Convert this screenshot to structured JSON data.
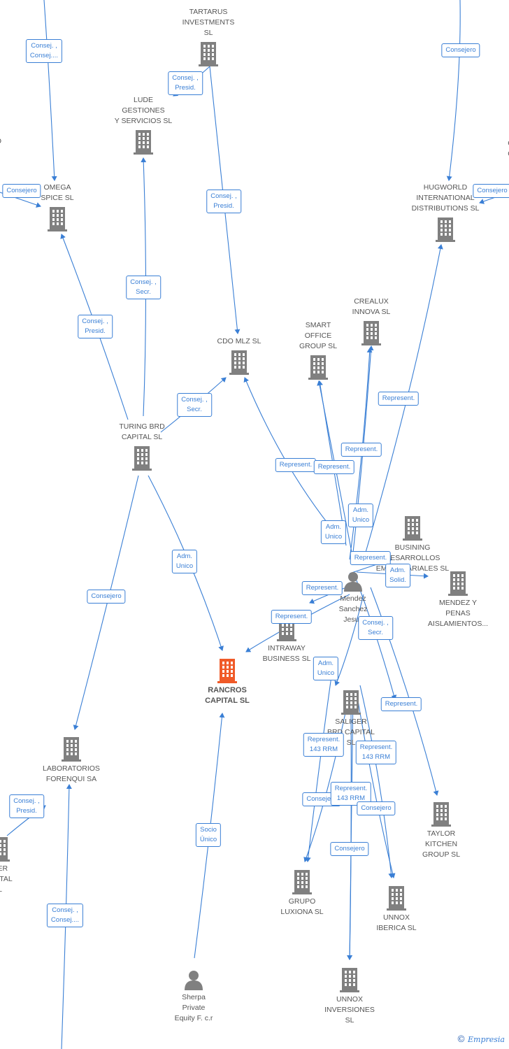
{
  "brand": {
    "copyright": "©",
    "name": "Empresia"
  },
  "colors": {
    "edge": "#3a7fd5",
    "node": "#808080",
    "highlight": "#f05a28"
  },
  "nodes": [
    {
      "id": "tartarus",
      "label": "TARTARUS\nINVESTMENTS\nSL",
      "kind": "company"
    },
    {
      "id": "lude",
      "label": "LUDE\nGESTIONES\nY SERVICIOS SL",
      "kind": "company"
    },
    {
      "id": "omega",
      "label": "OMEGA\nSPICE SL",
      "kind": "company"
    },
    {
      "id": "hugworld",
      "label": "HUGWORLD\nINTERNATIONAL\nDISTRIBUTIONS SL",
      "kind": "company"
    },
    {
      "id": "crealux",
      "label": "CREALUX\nINNOVA SL",
      "kind": "company"
    },
    {
      "id": "smart",
      "label": "SMART\nOFFICE\nGROUP SL",
      "kind": "company"
    },
    {
      "id": "cdo",
      "label": "CDO MLZ SL",
      "kind": "company"
    },
    {
      "id": "turing",
      "label": "TURING BRD\nCAPITAL SL",
      "kind": "company"
    },
    {
      "id": "busining",
      "label": "BUSINING\nDESARROLLOS\nEMPRESARIALES SL",
      "kind": "company"
    },
    {
      "id": "mendezpenas",
      "label": "MENDEZ Y\nPENAS\nAISLAMIENTOS...",
      "kind": "company"
    },
    {
      "id": "mendez",
      "label": "Mendez\nSanchez\nJesus",
      "kind": "person"
    },
    {
      "id": "intraway",
      "label": "INTRAWAY\nBUSINESS SL",
      "kind": "company"
    },
    {
      "id": "rancros",
      "label": "RANCROS\nCAPITAL SL",
      "kind": "main"
    },
    {
      "id": "saliger",
      "label": "SALIGER\nBRD CAPITAL\nSL",
      "kind": "company"
    },
    {
      "id": "laboratorios",
      "label": "LABORATORIOS\nFORENQUI SA",
      "kind": "company"
    },
    {
      "id": "taylor",
      "label": "TAYLOR\nKITCHEN\nGROUP SL",
      "kind": "company"
    },
    {
      "id": "luxiona",
      "label": "GRUPO\nLUXIONA SL",
      "kind": "company"
    },
    {
      "id": "unnoxiberica",
      "label": "UNNOX\nIBERICA SL",
      "kind": "company"
    },
    {
      "id": "unnoxinv",
      "label": "UNNOX\nINVERSIONES\nSL",
      "kind": "company"
    },
    {
      "id": "sherpa",
      "label": "Sherpa\nPrivate\nEquity F. c.r",
      "kind": "person"
    },
    {
      "id": "leftcut",
      "label": "HER\nAPITAL\nL",
      "kind": "company"
    },
    {
      "id": "leftcut2",
      "label": "O\n..",
      "kind": "partial"
    },
    {
      "id": "rightcut",
      "label": "C\nC",
      "kind": "partial"
    }
  ],
  "edge_labels": [
    {
      "id": "e1",
      "text": "Consej. ,\nConsej...."
    },
    {
      "id": "e2",
      "text": "Consej. ,\nPresid."
    },
    {
      "id": "e3",
      "text": "Consejero"
    },
    {
      "id": "e4",
      "text": "Consejero"
    },
    {
      "id": "e5",
      "text": "Consejero"
    },
    {
      "id": "e6",
      "text": "Consej. ,\nPresid."
    },
    {
      "id": "e7",
      "text": "Consej. ,\nSecr."
    },
    {
      "id": "e8",
      "text": "Consej. ,\nPresid."
    },
    {
      "id": "e9",
      "text": "Consej. ,\nSecr."
    },
    {
      "id": "e10",
      "text": "Represent."
    },
    {
      "id": "e11",
      "text": "Represent."
    },
    {
      "id": "e12",
      "text": "Represent."
    },
    {
      "id": "e13",
      "text": "Represent."
    },
    {
      "id": "e14",
      "text": "Adm.\nUnico"
    },
    {
      "id": "e15",
      "text": "Adm.\nUnico"
    },
    {
      "id": "e16",
      "text": "Represent."
    },
    {
      "id": "e17",
      "text": "Adm.\nSolid."
    },
    {
      "id": "e18",
      "text": "Represent."
    },
    {
      "id": "e19",
      "text": "Represent."
    },
    {
      "id": "e20",
      "text": "Consej. ,\nSecr."
    },
    {
      "id": "e21",
      "text": "Adm.\nUnico"
    },
    {
      "id": "e22",
      "text": "Consejero"
    },
    {
      "id": "e23",
      "text": "Adm.\nUnico"
    },
    {
      "id": "e24",
      "text": "Represent."
    },
    {
      "id": "e25",
      "text": "Represent.\n143 RRM"
    },
    {
      "id": "e26",
      "text": "Represent.\n143 RRM"
    },
    {
      "id": "e27",
      "text": "Consejero"
    },
    {
      "id": "e28",
      "text": "Represent.\n143 RRM"
    },
    {
      "id": "e29",
      "text": "Consejero"
    },
    {
      "id": "e30",
      "text": "Consejero"
    },
    {
      "id": "e31",
      "text": "Socio\nÚnico"
    },
    {
      "id": "e32",
      "text": "Consej. ,\nPresid."
    },
    {
      "id": "e33",
      "text": "Consej. ,\nConsej...."
    }
  ]
}
